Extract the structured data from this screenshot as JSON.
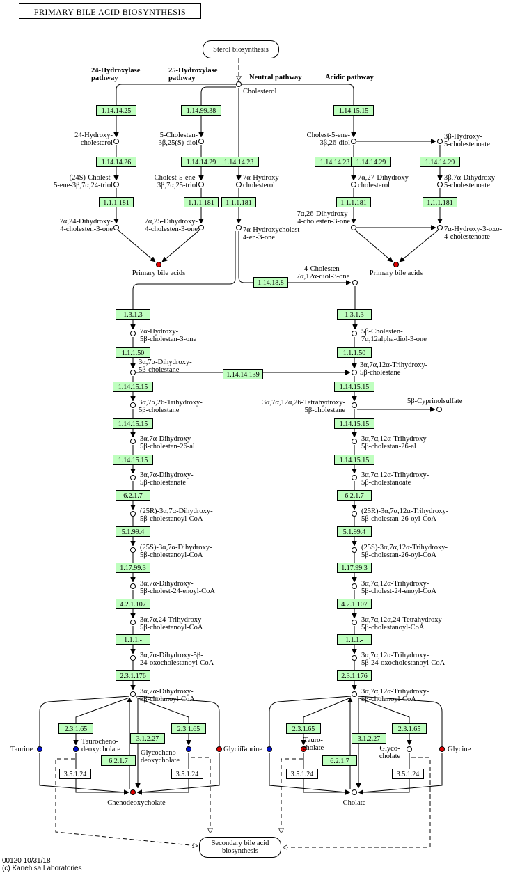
{
  "title": "PRIMARY BILE ACID BIOSYNTHESIS",
  "map_id": "00120 10/31/18",
  "copyright": "(c) Kanehisa Laboratories",
  "colors": {
    "enzyme_fill": "#bfffbf",
    "compound_red": "#e00000",
    "compound_blue": "#0010d0"
  },
  "maps": [
    {
      "id": "m_sterol",
      "label": "Sterol biosynthesis"
    },
    {
      "id": "m_secondary",
      "label": "Secondary bile acid\nbiosynthesis"
    }
  ],
  "pathways": [
    {
      "id": "p_24",
      "label": "24-Hydroxylase\npathway"
    },
    {
      "id": "p_25",
      "label": "25-Hydroxylase\npathway"
    },
    {
      "id": "p_neutral",
      "label": "Neutral pathway"
    },
    {
      "id": "p_acidic",
      "label": "Acidic pathway"
    }
  ],
  "enzymes": [
    {
      "id": "e1",
      "label": "1.14.14.25",
      "type": "ec"
    },
    {
      "id": "e2",
      "label": "1.14.99.38",
      "type": "ec"
    },
    {
      "id": "e3",
      "label": "1.14.15.15",
      "type": "ec"
    },
    {
      "id": "e4",
      "label": "1.14.14.26",
      "type": "ec"
    },
    {
      "id": "e5",
      "label": "1.14.14.29",
      "type": "ec"
    },
    {
      "id": "e6",
      "label": "1.14.14.23",
      "type": "ec"
    },
    {
      "id": "e7",
      "label": "1.14.14.23",
      "type": "ec"
    },
    {
      "id": "e8",
      "label": "1.14.14.29",
      "type": "ec"
    },
    {
      "id": "e9",
      "label": "1.14.14.29",
      "type": "ec"
    },
    {
      "id": "e10",
      "label": "1.1.1.181",
      "type": "ec"
    },
    {
      "id": "e11",
      "label": "1.1.1.181",
      "type": "ec"
    },
    {
      "id": "e12",
      "label": "1.1.1.181",
      "type": "ec"
    },
    {
      "id": "e13",
      "label": "1.1.1.181",
      "type": "ec"
    },
    {
      "id": "e14",
      "label": "1.1.1.181",
      "type": "ec"
    },
    {
      "id": "e15",
      "label": "1.14.18.8",
      "type": "ec"
    },
    {
      "id": "e16",
      "label": "1.3.1.3",
      "type": "ec"
    },
    {
      "id": "e17",
      "label": "1.3.1.3",
      "type": "ec"
    },
    {
      "id": "e18",
      "label": "1.1.1.50",
      "type": "ec"
    },
    {
      "id": "e19",
      "label": "1.1.1.50",
      "type": "ec"
    },
    {
      "id": "e20",
      "label": "1.14.14.139",
      "type": "ec"
    },
    {
      "id": "e21",
      "label": "1.14.15.15",
      "type": "ec"
    },
    {
      "id": "e22",
      "label": "1.14.15.15",
      "type": "ec"
    },
    {
      "id": "e23",
      "label": "1.14.15.15",
      "type": "ec"
    },
    {
      "id": "e24",
      "label": "1.14.15.15",
      "type": "ec"
    },
    {
      "id": "e25",
      "label": "1.14.15.15",
      "type": "ec"
    },
    {
      "id": "e26",
      "label": "1.14.15.15",
      "type": "ec"
    },
    {
      "id": "e27",
      "label": "6.2.1.7",
      "type": "ec"
    },
    {
      "id": "e28",
      "label": "6.2.1.7",
      "type": "ec"
    },
    {
      "id": "e29",
      "label": "5.1.99.4",
      "type": "ec"
    },
    {
      "id": "e30",
      "label": "5.1.99.4",
      "type": "ec"
    },
    {
      "id": "e31",
      "label": "1.17.99.3",
      "type": "ec"
    },
    {
      "id": "e32",
      "label": "1.17.99.3",
      "type": "ec"
    },
    {
      "id": "e33",
      "label": "4.2.1.107",
      "type": "ec"
    },
    {
      "id": "e34",
      "label": "4.2.1.107",
      "type": "ec"
    },
    {
      "id": "e35",
      "label": "1.1.1.-",
      "type": "ec"
    },
    {
      "id": "e36",
      "label": "1.1.1.-",
      "type": "ec"
    },
    {
      "id": "e37",
      "label": "2.3.1.176",
      "type": "ec"
    },
    {
      "id": "e38",
      "label": "2.3.1.176",
      "type": "ec"
    },
    {
      "id": "e39",
      "label": "2.3.1.65",
      "type": "ec"
    },
    {
      "id": "e40",
      "label": "2.3.1.65",
      "type": "ec"
    },
    {
      "id": "e41",
      "label": "3.1.2.27",
      "type": "ec"
    },
    {
      "id": "e42",
      "label": "6.2.1.7",
      "type": "ec"
    },
    {
      "id": "e43",
      "label": "3.5.1.24",
      "type": "white"
    },
    {
      "id": "e44",
      "label": "3.5.1.24",
      "type": "white"
    },
    {
      "id": "e45",
      "label": "2.3.1.65",
      "type": "ec"
    },
    {
      "id": "e46",
      "label": "2.3.1.65",
      "type": "ec"
    },
    {
      "id": "e47",
      "label": "3.1.2.27",
      "type": "ec"
    },
    {
      "id": "e48",
      "label": "6.2.1.7",
      "type": "ec"
    },
    {
      "id": "e49",
      "label": "3.5.1.24",
      "type": "white"
    },
    {
      "id": "e50",
      "label": "3.5.1.24",
      "type": "white"
    }
  ],
  "compounds": [
    {
      "id": "c_chol",
      "label": "Cholesterol",
      "color": "white"
    },
    {
      "id": "c_24oh",
      "label": "24-Hydroxy-\ncholesterol",
      "color": "white"
    },
    {
      "id": "c_25diol",
      "label": "5-Cholesten-\n3β,25(S)-diol",
      "color": "white"
    },
    {
      "id": "c_26diol",
      "label": "Cholest-5-ene-\n3β,26-diol",
      "color": "white"
    },
    {
      "id": "c_3bhc",
      "label": "3β-Hydroxy-\n5-cholestenoate",
      "color": "white"
    },
    {
      "id": "c_24triol",
      "label": "(24S)-Cholest-\n5-ene-3β,7α,24-triol",
      "color": "white"
    },
    {
      "id": "c_25triol",
      "label": "Cholest-5-ene-\n3β,7α,25-triol",
      "color": "white"
    },
    {
      "id": "c_7ahc",
      "label": "7α-Hydroxy-\ncholesterol",
      "color": "white"
    },
    {
      "id": "c_727",
      "label": "7α,27-Dihydroxy-\ncholesterol",
      "color": "white"
    },
    {
      "id": "c_37dhc",
      "label": "3β,7α-Dihydroxy-\n5-cholestenoate",
      "color": "white"
    },
    {
      "id": "c_724one",
      "label": "7α,24-Dihydroxy-\n4-cholesten-3-one",
      "color": "white"
    },
    {
      "id": "c_725one",
      "label": "7α,25-Dihydroxy-\n4-cholesten-3-one",
      "color": "white"
    },
    {
      "id": "c_7ahco",
      "label": "7α-Hydroxycholest-\n4-en-3-one",
      "color": "white"
    },
    {
      "id": "c_726one",
      "label": "7α,26-Dihydroxy-\n4-cholesten-3-one",
      "color": "white"
    },
    {
      "id": "c_7aoxo",
      "label": "7α-Hydroxy-3-oxo-\n4-cholestenoate",
      "color": "white"
    },
    {
      "id": "c_pba1",
      "label": "Primary bile acids",
      "color": "red"
    },
    {
      "id": "c_pba2",
      "label": "Primary bile acids",
      "color": "red"
    },
    {
      "id": "c_4ch",
      "label": "4-Cholesten-\n7α,12α-diol-3-one",
      "color": "white"
    },
    {
      "id": "c_7a5b",
      "label": "7α-Hydroxy-\n5β-cholestan-3-one",
      "color": "white"
    },
    {
      "id": "c_5bdiol",
      "label": "5β-Cholesten-\n7α,12alpha-diol-3-one",
      "color": "white"
    },
    {
      "id": "c_L1",
      "label": "3α,7α-Dihydroxy-\n5β-cholestane",
      "color": "white"
    },
    {
      "id": "c_R1",
      "label": "3α,7α,12α-Trihydroxy-\n5β-cholestane",
      "color": "white"
    },
    {
      "id": "c_L2",
      "label": "3α,7α,26-Trihydroxy-\n5β-cholestane",
      "color": "white"
    },
    {
      "id": "c_R2",
      "label": "3α,7α,12α,26-Tetrahydroxy-\n5β-cholestane",
      "color": "white"
    },
    {
      "id": "c_cyp",
      "label": "5β-Cyprinolsulfate",
      "color": "white"
    },
    {
      "id": "c_L3",
      "label": "3α,7α-Dihydroxy-\n5β-cholestan-26-al",
      "color": "white"
    },
    {
      "id": "c_R3",
      "label": "3α,7α,12α-Trihydroxy-\n5β-cholestan-26-al",
      "color": "white"
    },
    {
      "id": "c_L4",
      "label": "3α,7α-Dihydroxy-\n5β-cholestanate",
      "color": "white"
    },
    {
      "id": "c_R4",
      "label": "3α,7α,12α-Trihydroxy-\n5β-cholestanoate",
      "color": "white"
    },
    {
      "id": "c_L5",
      "label": "(25R)-3α,7α-Dihydroxy-\n5β-cholestanoyl-CoA",
      "color": "white"
    },
    {
      "id": "c_R5",
      "label": "(25R)-3α,7α,12α-Trihydroxy-\n5β-cholestan-26-oyl-CoA",
      "color": "white"
    },
    {
      "id": "c_L6",
      "label": "(25S)-3α,7α-Dihydroxy-\n5β-cholestanoyl-CoA",
      "color": "white"
    },
    {
      "id": "c_R6",
      "label": "(25S)-3α,7α,12α-Trihydroxy-\n5β-cholestan-26-oyl-CoA",
      "color": "white"
    },
    {
      "id": "c_L7",
      "label": "3α,7α-Dihydroxy-\n5β-cholest-24-enoyl-CoA",
      "color": "white"
    },
    {
      "id": "c_R7",
      "label": "3α,7α,12α-Trihydroxy-\n5β-cholest-24-enoyl-CoA",
      "color": "white"
    },
    {
      "id": "c_L8",
      "label": "3α,7α,24-Trihydroxy-\n5β-cholestanoyl-CoA",
      "color": "white"
    },
    {
      "id": "c_R8",
      "label": "3α,7α,12α,24-Tetrahydroxy-\n5β-cholestanoyl-CoA",
      "color": "white"
    },
    {
      "id": "c_L9",
      "label": "3α,7α-Dihydroxy-5β-\n24-oxocholestanoyl-CoA",
      "color": "white"
    },
    {
      "id": "c_R9",
      "label": "3α,7α,12α-Trihydroxy-\n5β-24-oxocholestanoyl-CoA",
      "color": "white"
    },
    {
      "id": "c_L10",
      "label": "3α,7α-Dihydroxy-\n5β-cholanoyl-CoA",
      "color": "white"
    },
    {
      "id": "c_R10",
      "label": "3α,7α,12α-Trihydroxy-\n5β-cholanoyl-CoA",
      "color": "white"
    },
    {
      "id": "c_tau1",
      "label": "Taurine",
      "color": "blue"
    },
    {
      "id": "c_tcdc",
      "label": "Taurocheno-\ndeoxycholate",
      "color": "blue"
    },
    {
      "id": "c_gcdc",
      "label": "Glycocheno-\ndeoxycholate",
      "color": "blue"
    },
    {
      "id": "c_gly1",
      "label": "Glycine",
      "color": "red"
    },
    {
      "id": "c_cdc",
      "label": "Chenodeoxycholate",
      "color": "red"
    },
    {
      "id": "c_tau2",
      "label": "Taurine",
      "color": "blue"
    },
    {
      "id": "c_tc",
      "label": "Tauro-\ncholate",
      "color": "red"
    },
    {
      "id": "c_gc",
      "label": "Glyco-\ncholate",
      "color": "white"
    },
    {
      "id": "c_gly2",
      "label": "Glycine",
      "color": "red"
    }
  ]
}
